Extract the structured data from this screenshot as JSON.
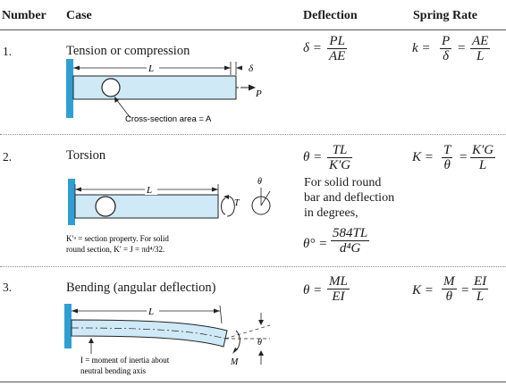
{
  "headers": {
    "number": "Number",
    "case": "Case",
    "deflection": "Deflection",
    "spring_rate": "Spring Rate"
  },
  "rows": [
    {
      "number": "1.",
      "case": "Tension or compression",
      "deflection": {
        "lhs": "δ =",
        "num": "PL",
        "den": "AE"
      },
      "spring": {
        "lhs": "k =",
        "num1": "P",
        "den1": "δ",
        "eq": "=",
        "num2": "AE",
        "den2": "L"
      },
      "figure": {
        "L": "L",
        "delta": "δ",
        "P": "P",
        "caption": "Cross-section area = A"
      }
    },
    {
      "number": "2.",
      "case": "Torsion",
      "deflection": {
        "lhs": "θ =",
        "num": "TL",
        "den": "K′G"
      },
      "note": [
        "For solid round",
        "bar and deflection",
        "in degrees,"
      ],
      "deflection2": {
        "lhs": "θ° =",
        "num": "584TL",
        "den": "d⁴G"
      },
      "spring": {
        "lhs": "K =",
        "num1": "T",
        "den1": "θ",
        "eq": "=",
        "num2": "K′G",
        "den2": "L"
      },
      "figure": {
        "L": "L",
        "theta": "θ",
        "T": "T",
        "caption_line1": "K′ᵃ = section property. For solid",
        "caption_line2": "round section, K′ = J = πd⁴/32."
      }
    },
    {
      "number": "3.",
      "case": "Bending (angular deflection)",
      "deflection": {
        "lhs": "θ =",
        "num": "ML",
        "den": "EI"
      },
      "spring": {
        "lhs": "K =",
        "num1": "M",
        "den1": "θ",
        "eq": "=",
        "num2": "EI",
        "den2": "L"
      },
      "figure": {
        "L": "L",
        "theta": "θ",
        "M": "M",
        "caption_line1": "I = moment of inertia about",
        "caption_line2": "neutral bending axis"
      }
    }
  ]
}
